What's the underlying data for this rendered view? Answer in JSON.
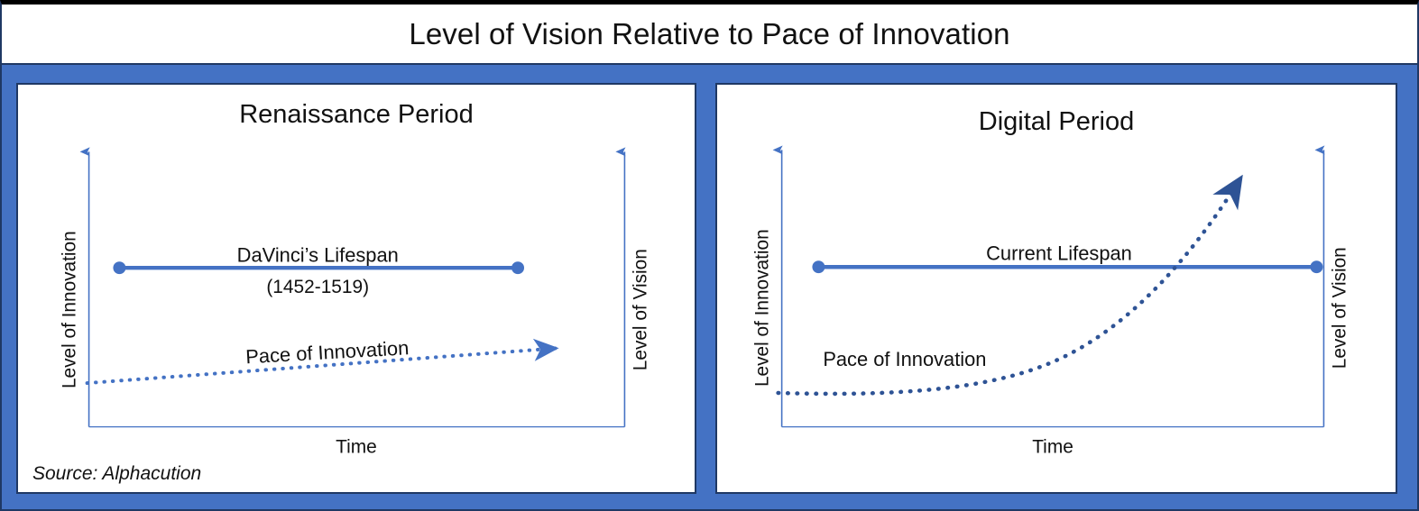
{
  "header": {
    "title": "Level of Vision Relative to Pace of Innovation"
  },
  "colors": {
    "frame_blue": "#4472C4",
    "frame_border": "#1F3864",
    "line_blue": "#4472C4",
    "dotted_dark": "#2E5395",
    "axis_blue": "#4472C4",
    "text": "#111111"
  },
  "panels": {
    "left": {
      "title": "Renaissance Period",
      "y_axis_left_label": "Level of Innovation",
      "y_axis_right_label": "Level of Vision",
      "x_axis_label": "Time",
      "lifespan_label": "DaVinci’s Lifespan",
      "lifespan_years": "(1452-1519)",
      "pace_label": "Pace of Innovation",
      "source_note": "Source: Alphacution"
    },
    "right": {
      "title": "Digital Period",
      "y_axis_left_label": "Level of Innovation",
      "y_axis_right_label": "Level of Vision",
      "x_axis_label": "Time",
      "lifespan_label": "Current Lifespan",
      "pace_label": "Pace of Innovation"
    }
  },
  "chart_data": [
    {
      "id": "renaissance-period",
      "type": "line",
      "title": "Renaissance Period",
      "xlabel": "Time",
      "ylabel": "Level of Innovation",
      "y2label": "Level of Vision",
      "xlim": [
        0,
        100
      ],
      "ylim": [
        0,
        100
      ],
      "grid": false,
      "legend": "none",
      "series": [
        {
          "name": "DaVinci’s Lifespan",
          "style": "solid-with-endpoint-dots",
          "color": "#4472C4",
          "x": [
            8,
            75
          ],
          "y": [
            62,
            62
          ],
          "annotation": "(1452-1519)"
        },
        {
          "name": "Pace of Innovation",
          "style": "dotted-with-arrow",
          "color": "#4472C4",
          "x": [
            0,
            25,
            50,
            75,
            100
          ],
          "y": [
            14,
            18,
            22,
            26,
            31
          ],
          "shape": "near-linear-shallow-rise"
        }
      ]
    },
    {
      "id": "digital-period",
      "type": "line",
      "title": "Digital Period",
      "xlabel": "Time",
      "ylabel": "Level of Innovation",
      "y2label": "Level of Vision",
      "xlim": [
        0,
        100
      ],
      "ylim": [
        0,
        100
      ],
      "grid": false,
      "legend": "none",
      "series": [
        {
          "name": "Current Lifespan",
          "style": "solid-with-endpoint-dots",
          "color": "#4472C4",
          "x": [
            6,
            99
          ],
          "y": [
            62,
            62
          ],
          "annotation": ""
        },
        {
          "name": "Pace of Innovation",
          "style": "dotted-with-arrow",
          "color": "#2E5395",
          "x": [
            0,
            20,
            40,
            55,
            70,
            82,
            92,
            100
          ],
          "y": [
            15,
            15,
            17,
            22,
            35,
            55,
            78,
            100
          ],
          "shape": "exponential"
        }
      ]
    }
  ]
}
